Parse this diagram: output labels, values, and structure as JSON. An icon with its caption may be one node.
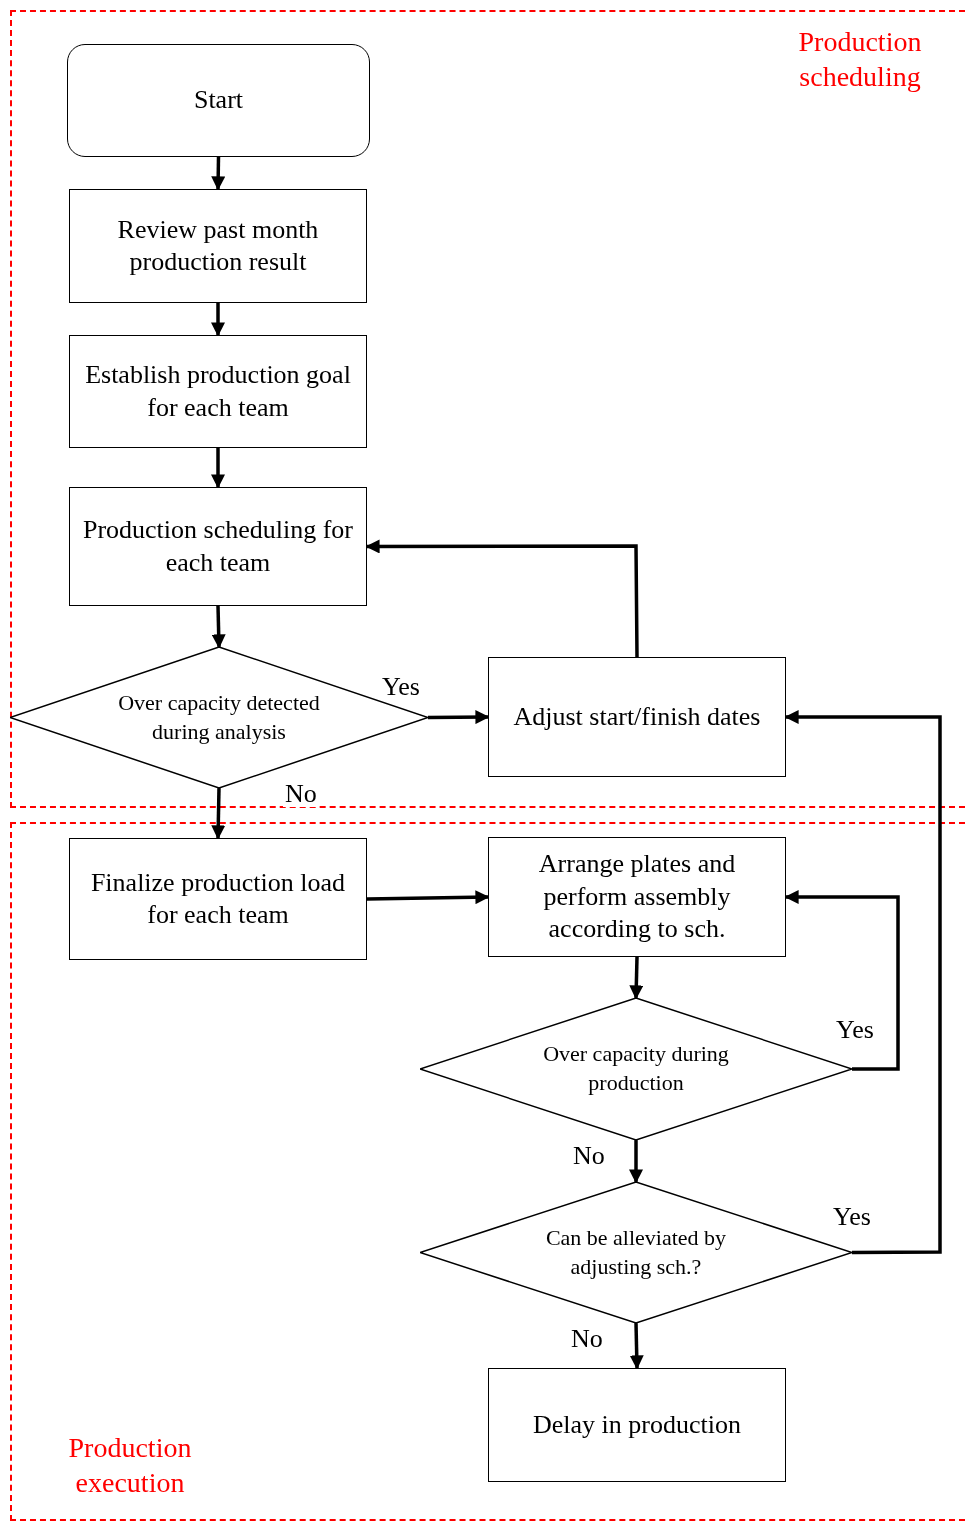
{
  "diagram": {
    "nodes": [
      {
        "text": [
          "Production scheduling"
        ]
      },
      {
        "text": [
          "Start"
        ],
        "in": 0
      },
      {
        "text": [
          "Review past month production result"
        ],
        "in": 0
      },
      {
        "text": [
          "Establish production goal for each team"
        ],
        "in": 0
      },
      {
        "text": [
          "Production scheduling for each team"
        ],
        "in": 0
      },
      {
        "text": [
          "Over capacity detected during analysis"
        ],
        "in": 0
      },
      {
        "text": [
          "Adjust start/finish dates"
        ],
        "in": 0
      },
      {
        "text": [
          "Production execution"
        ]
      },
      {
        "text": [
          "Finalize production load for each team"
        ],
        "in": 7
      },
      {
        "text": [
          "Arrange plates and perform assembly according to sch."
        ],
        "in": 7
      },
      {
        "text": [
          "Over capacity during production"
        ],
        "in": 7
      },
      {
        "text": [
          "Can be alleviated by adjusting sch.?"
        ],
        "in": 7
      },
      {
        "text": [
          "Delay in production"
        ],
        "in": 7
      }
    ],
    "edges": [
      {
        "from": 1,
        "to": 2,
        "arrow": "to"
      },
      {
        "from": 2,
        "to": 3,
        "arrow": "to"
      },
      {
        "from": 3,
        "to": 4,
        "arrow": "to"
      },
      {
        "from": 4,
        "to": 5,
        "arrow": "to"
      },
      {
        "from": 5,
        "to": 6,
        "arrow": "to",
        "label": "Yes"
      },
      {
        "from": 6,
        "to": 4,
        "arrow": "to"
      },
      {
        "from": 5,
        "to": 8,
        "arrow": "to",
        "label": "No"
      },
      {
        "from": 8,
        "to": 9,
        "arrow": "to"
      },
      {
        "from": 9,
        "to": 10,
        "arrow": "to"
      },
      {
        "from": 10,
        "to": 9,
        "arrow": "to",
        "label": "Yes"
      },
      {
        "from": 10,
        "to": 11,
        "arrow": "to",
        "label": "No"
      },
      {
        "from": 11,
        "to": 6,
        "arrow": "to",
        "label": "Yes"
      },
      {
        "from": 11,
        "to": 12,
        "arrow": "to",
        "label": "No"
      }
    ]
  }
}
